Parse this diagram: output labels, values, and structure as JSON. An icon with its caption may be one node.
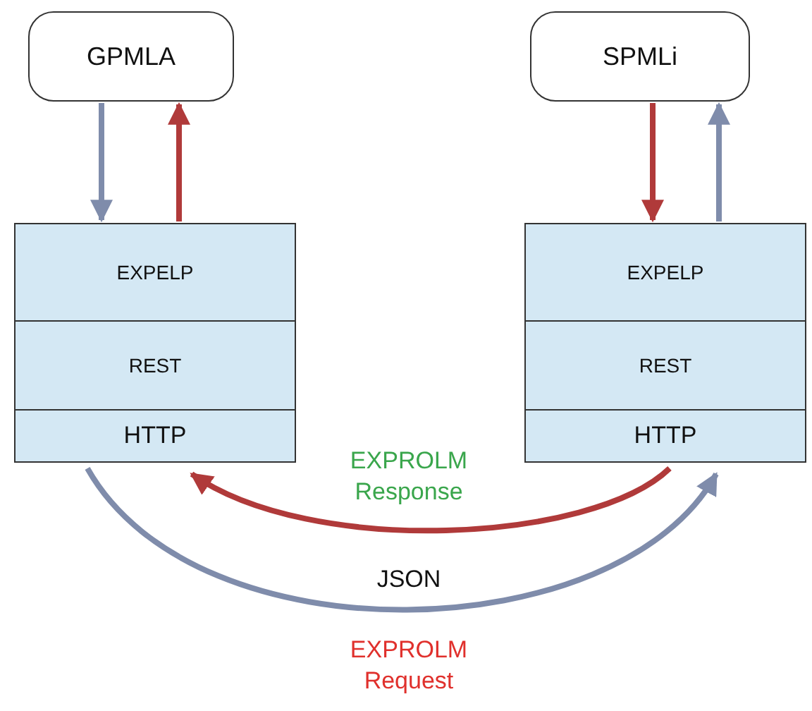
{
  "diagram": {
    "nodes": [
      {
        "text": [
          "GPMLA"
        ]
      },
      {
        "text": [
          "SPMLi"
        ]
      },
      {
        "text": [
          "EXPELP"
        ]
      },
      {
        "text": [
          "REST"
        ]
      },
      {
        "text": [
          "HTTP"
        ]
      },
      {
        "text": [
          "EXPELP"
        ]
      },
      {
        "text": [
          "REST"
        ]
      },
      {
        "text": [
          "HTTP"
        ]
      }
    ],
    "edges": [
      {
        "from": 0,
        "to": 2,
        "arrow": "to",
        "color": "#7f8cab"
      },
      {
        "from": 2,
        "to": 0,
        "arrow": "to",
        "color": "#b03a3a"
      },
      {
        "from": 1,
        "to": 5,
        "arrow": "to",
        "color": "#b03a3a"
      },
      {
        "from": 5,
        "to": 1,
        "arrow": "to",
        "color": "#7f8cab"
      },
      {
        "from": 7,
        "to": 4,
        "arrow": "to",
        "label": "EXPROLM Response",
        "color": "#b03a3a"
      },
      {
        "from": 4,
        "to": 7,
        "arrow": "to",
        "label": "EXPROLM Request",
        "color": "#7f8cab"
      }
    ],
    "labels": [
      "JSON"
    ]
  }
}
